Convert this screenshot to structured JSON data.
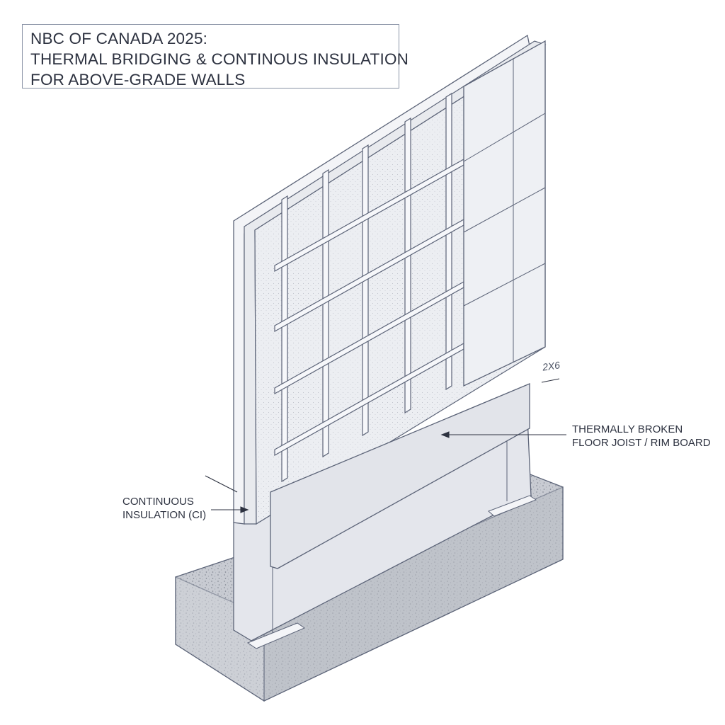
{
  "title": {
    "line1": "NBC OF CANADA 2025:",
    "line2": "THERMAL BRIDGING & CONTINOUS INSULATION",
    "line3": "FOR ABOVE-GRADE WALLS"
  },
  "labels": {
    "continuous_insulation": [
      "CONTINUOUS",
      "INSULATION (CI)"
    ],
    "rim_board": [
      "THERMALLY BROKEN",
      "FLOOR JOIST / RIM BOARD"
    ],
    "dimension": "2X6"
  },
  "colors": {
    "line": "#5c6478",
    "insulation_fill": "#eef0f4",
    "concrete_fill": "#c9ccd3",
    "panel_fill": "#f0f1f5",
    "rim_fill": "#e2e4ea",
    "text": "#2d3240"
  }
}
